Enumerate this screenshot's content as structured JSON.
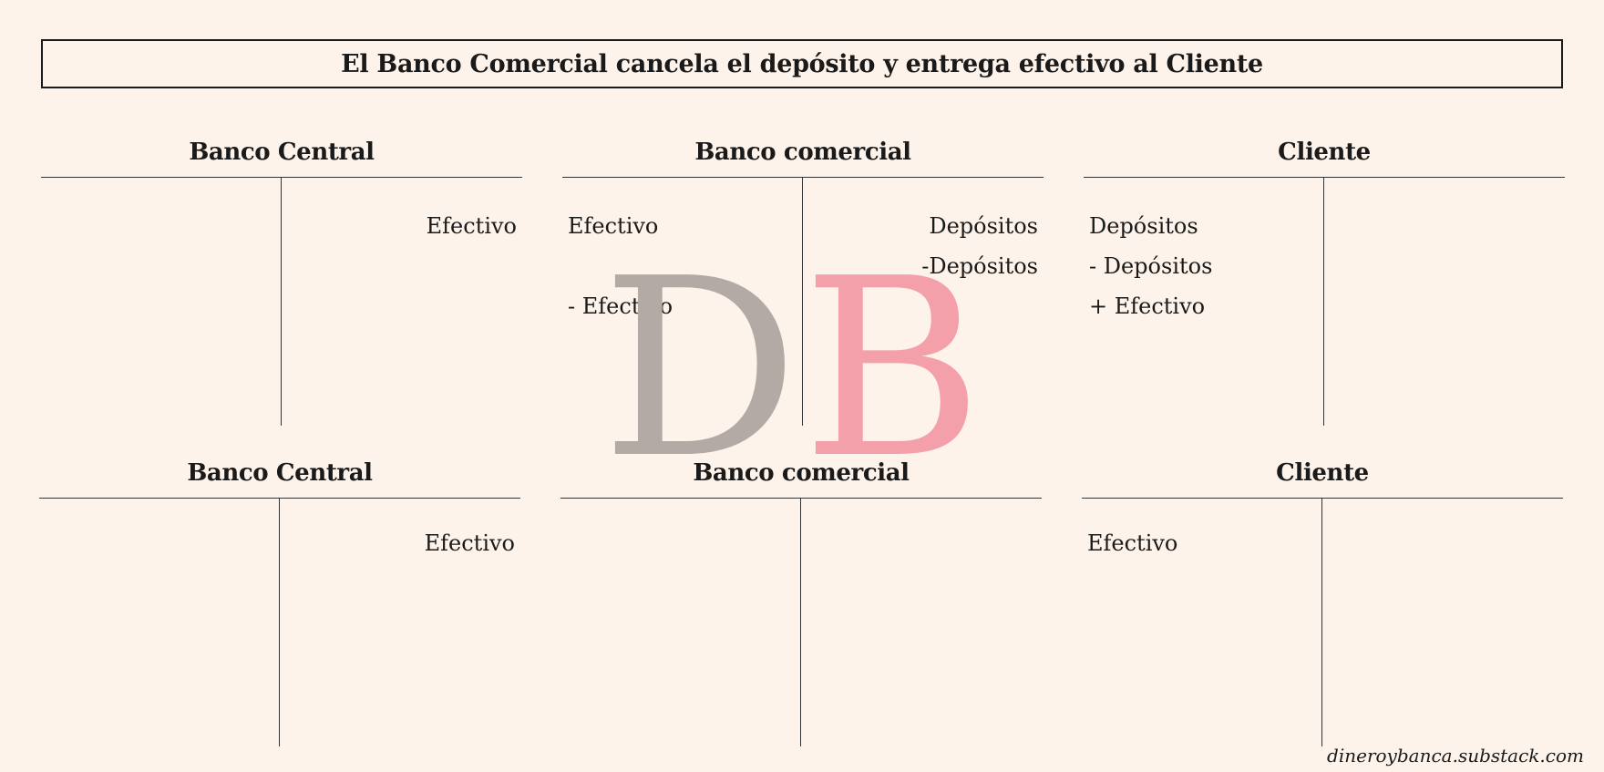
{
  "title": "El Banco Comercial cancela el depósito y entrega efectivo al Cliente",
  "watermark": {
    "d": "D",
    "b": "B",
    "d_color": "#b3aaa6",
    "b_color": "#f4a0aa"
  },
  "footer": "dineroybanca.substack.com",
  "row1": [
    {
      "header": "Banco Central",
      "left": [
        "",
        "",
        ""
      ],
      "right": [
        "Efectivo",
        "",
        ""
      ]
    },
    {
      "header": "Banco comercial",
      "left": [
        "Efectivo",
        "",
        "- Efectivo"
      ],
      "right": [
        "Depósitos",
        "-Depósitos",
        ""
      ]
    },
    {
      "header": "Cliente",
      "left": [
        "Depósitos",
        "- Depósitos",
        "+ Efectivo"
      ],
      "right": [
        "",
        "",
        ""
      ]
    }
  ],
  "row2": [
    {
      "header": "Banco Central",
      "left": [
        "",
        "",
        ""
      ],
      "right": [
        "Efectivo",
        "",
        ""
      ]
    },
    {
      "header": "Banco comercial",
      "left": [
        "",
        "",
        ""
      ],
      "right": [
        "",
        "",
        ""
      ]
    },
    {
      "header": "Cliente",
      "left": [
        "Efectivo",
        "",
        ""
      ],
      "right": [
        "",
        "",
        ""
      ]
    }
  ]
}
